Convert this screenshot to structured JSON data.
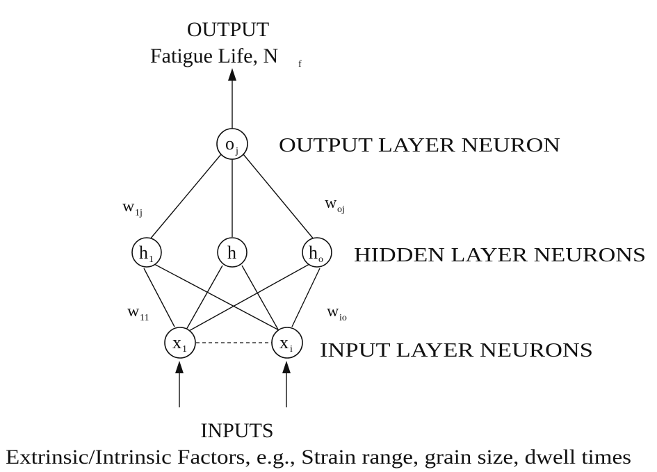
{
  "output": {
    "heading": "OUTPUT",
    "label": "Fatigue Life, N",
    "label_subscript": "f"
  },
  "inputs": {
    "heading": "INPUTS",
    "label": "Extrinsic/Intrinsic Factors, e.g., Strain range, grain size, dwell times"
  },
  "layers": {
    "output": "OUTPUT LAYER NEURON",
    "hidden": "HIDDEN LAYER NEURONS",
    "input": "INPUT LAYER NEURONS"
  },
  "nodes": {
    "output": {
      "main": "o",
      "sub": "j"
    },
    "hidden_first": {
      "main": "h",
      "sub": "1"
    },
    "hidden_mid": {
      "main": "h",
      "sub": ""
    },
    "hidden_last": {
      "main": "h",
      "sub": "o"
    },
    "input_first": {
      "main": "x",
      "sub": "1"
    },
    "input_last": {
      "main": "x",
      "sub": "i"
    }
  },
  "weights": {
    "w1j": {
      "main": "w",
      "sub": "1j"
    },
    "woj": {
      "main": "w",
      "sub": "oj"
    },
    "w11": {
      "main": "w",
      "sub": "11"
    },
    "wio": {
      "main": "w",
      "sub": "io"
    }
  }
}
